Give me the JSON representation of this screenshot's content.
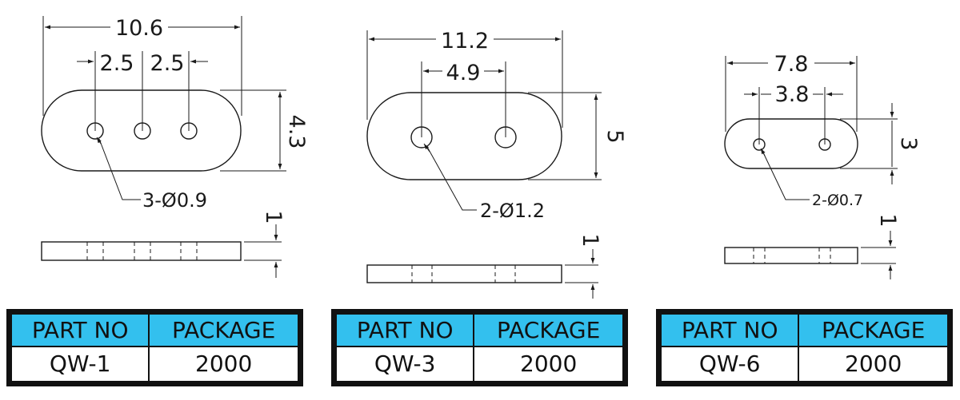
{
  "parts": [
    {
      "width_dim": "10.6",
      "pitch_dims": [
        "2.5",
        "2.5"
      ],
      "height_dim": "4.3",
      "hole_callout": "3-Ø0.9",
      "thickness_dim": "1"
    },
    {
      "width_dim": "11.2",
      "pitch_dims": [
        "4.9"
      ],
      "height_dim": "5",
      "hole_callout": "2-Ø1.2",
      "thickness_dim": "1"
    },
    {
      "width_dim": "7.8",
      "pitch_dims": [
        "3.8"
      ],
      "height_dim": "3",
      "hole_callout": "2-Ø0.7",
      "thickness_dim": "1"
    }
  ],
  "tables": [
    {
      "header_part": "PART NO",
      "header_package": "PACKAGE",
      "part_no": "QW-1",
      "package": "2000"
    },
    {
      "header_part": "PART NO",
      "header_package": "PACKAGE",
      "part_no": "QW-3",
      "package": "2000"
    },
    {
      "header_part": "PART NO",
      "header_package": "PACKAGE",
      "part_no": "QW-6",
      "package": "2000"
    }
  ],
  "colors": {
    "header_fill": "#33c0ee",
    "line": "#1a1a1a"
  }
}
